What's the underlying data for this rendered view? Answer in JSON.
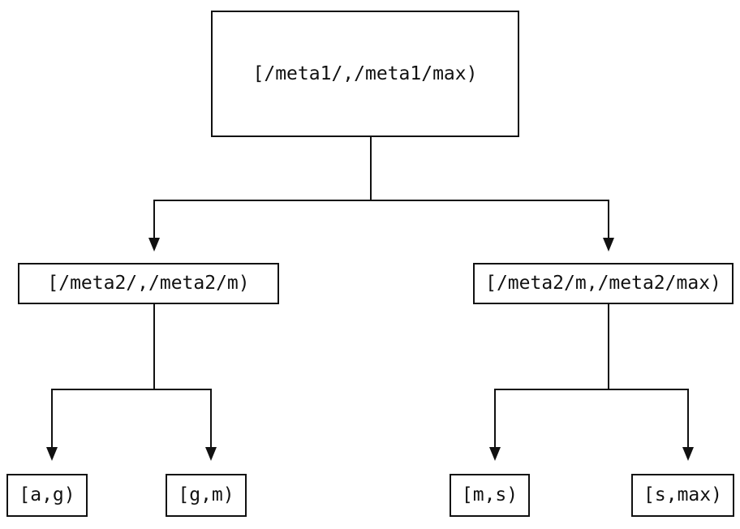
{
  "diagram": {
    "type": "interval-partition-tree",
    "nodes": {
      "root": {
        "label": "[/meta1/,/meta1/max)"
      },
      "mid_left": {
        "label": "[/meta2/,/meta2/m)"
      },
      "mid_right": {
        "label": "[/meta2/m,/meta2/max)"
      },
      "leaf_ag": {
        "label": "[a,g)"
      },
      "leaf_gm": {
        "label": "[g,m)"
      },
      "leaf_ms": {
        "label": "[m,s)"
      },
      "leaf_smax": {
        "label": "[s,max)"
      }
    },
    "edges": [
      {
        "from": "root",
        "to": "mid_left"
      },
      {
        "from": "root",
        "to": "mid_right"
      },
      {
        "from": "mid_left",
        "to": "leaf_ag"
      },
      {
        "from": "mid_left",
        "to": "leaf_gm"
      },
      {
        "from": "mid_right",
        "to": "leaf_ms"
      },
      {
        "from": "mid_right",
        "to": "leaf_smax"
      }
    ],
    "colors": {
      "line": "#111111",
      "box_border": "#111111",
      "text": "#111111",
      "background": "#ffffff"
    }
  }
}
